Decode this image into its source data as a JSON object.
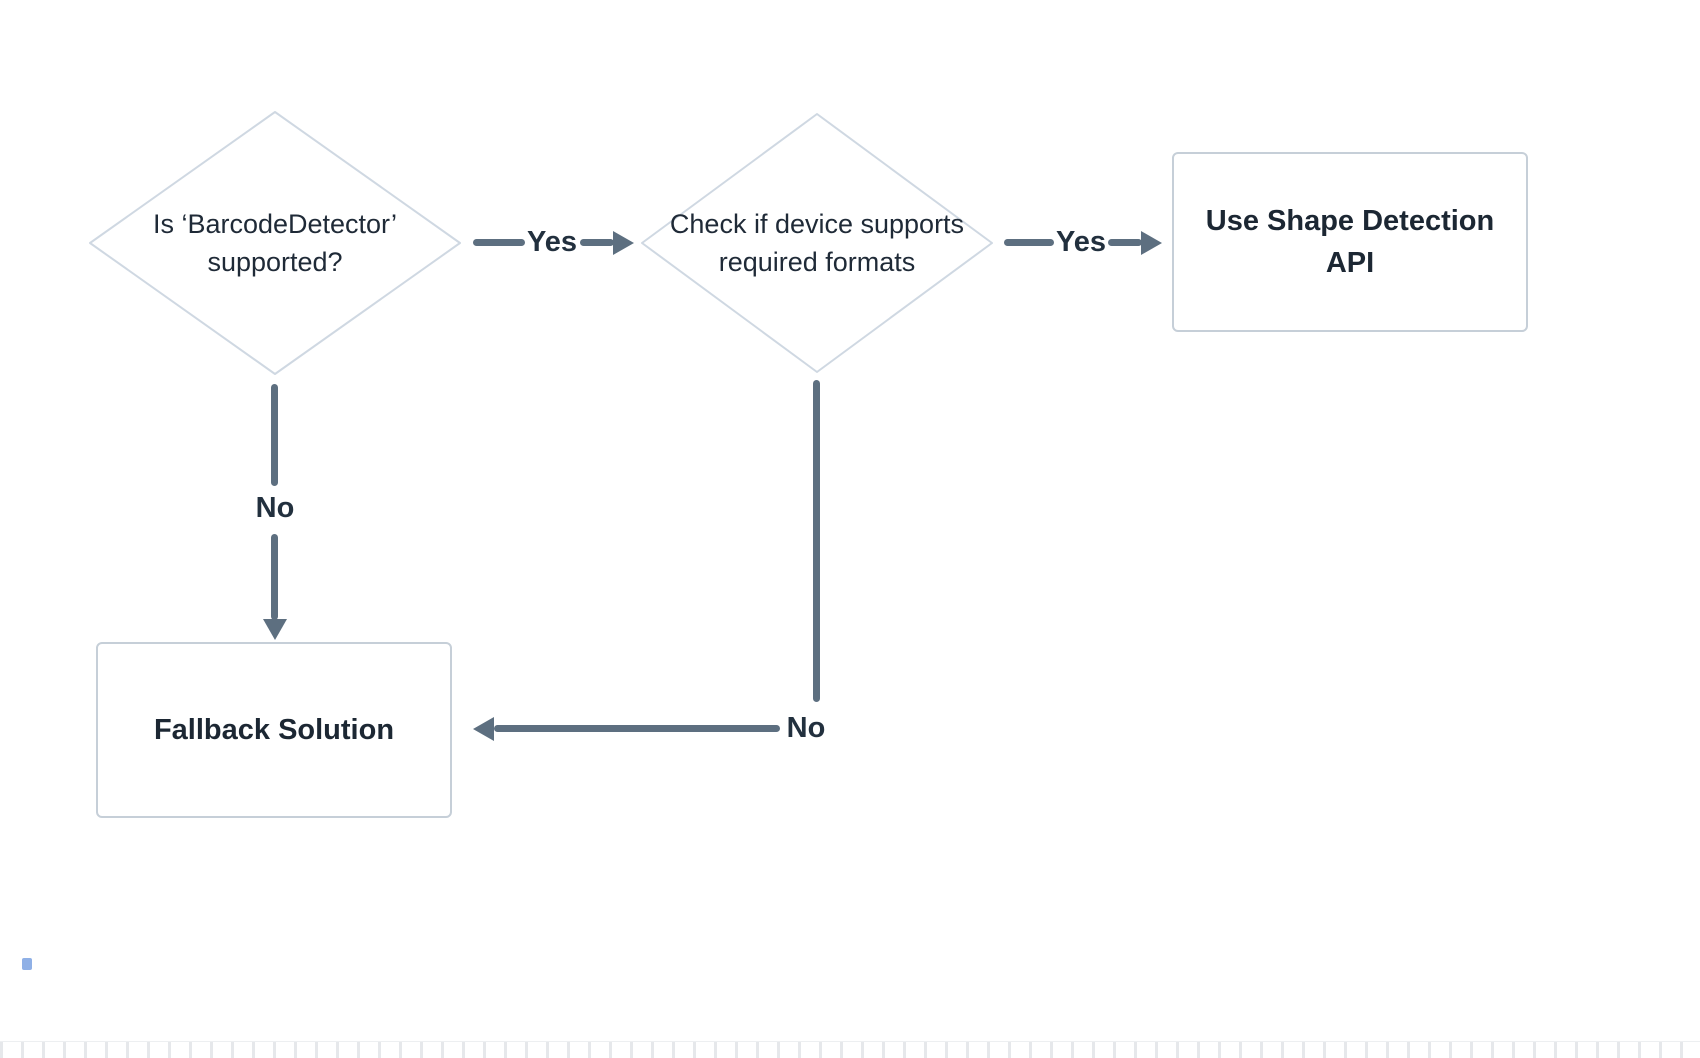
{
  "nodes": {
    "decision1": {
      "line1": "Is ‘BarcodeDetector’",
      "line2": "supported?"
    },
    "decision2": {
      "line1": "Check if device supports",
      "line2": "required formats"
    },
    "process_api": {
      "line1": "Use Shape Detection",
      "line2": "API"
    },
    "process_fallback": {
      "label": "Fallback Solution"
    }
  },
  "labels": {
    "yes1": "Yes",
    "yes2": "Yes",
    "no1": "No",
    "no2": "No"
  },
  "colors": {
    "background": "#ffffff",
    "node_border": "#cfd8e2",
    "arrow": "#5d6f80",
    "text": "#1f2a37"
  }
}
